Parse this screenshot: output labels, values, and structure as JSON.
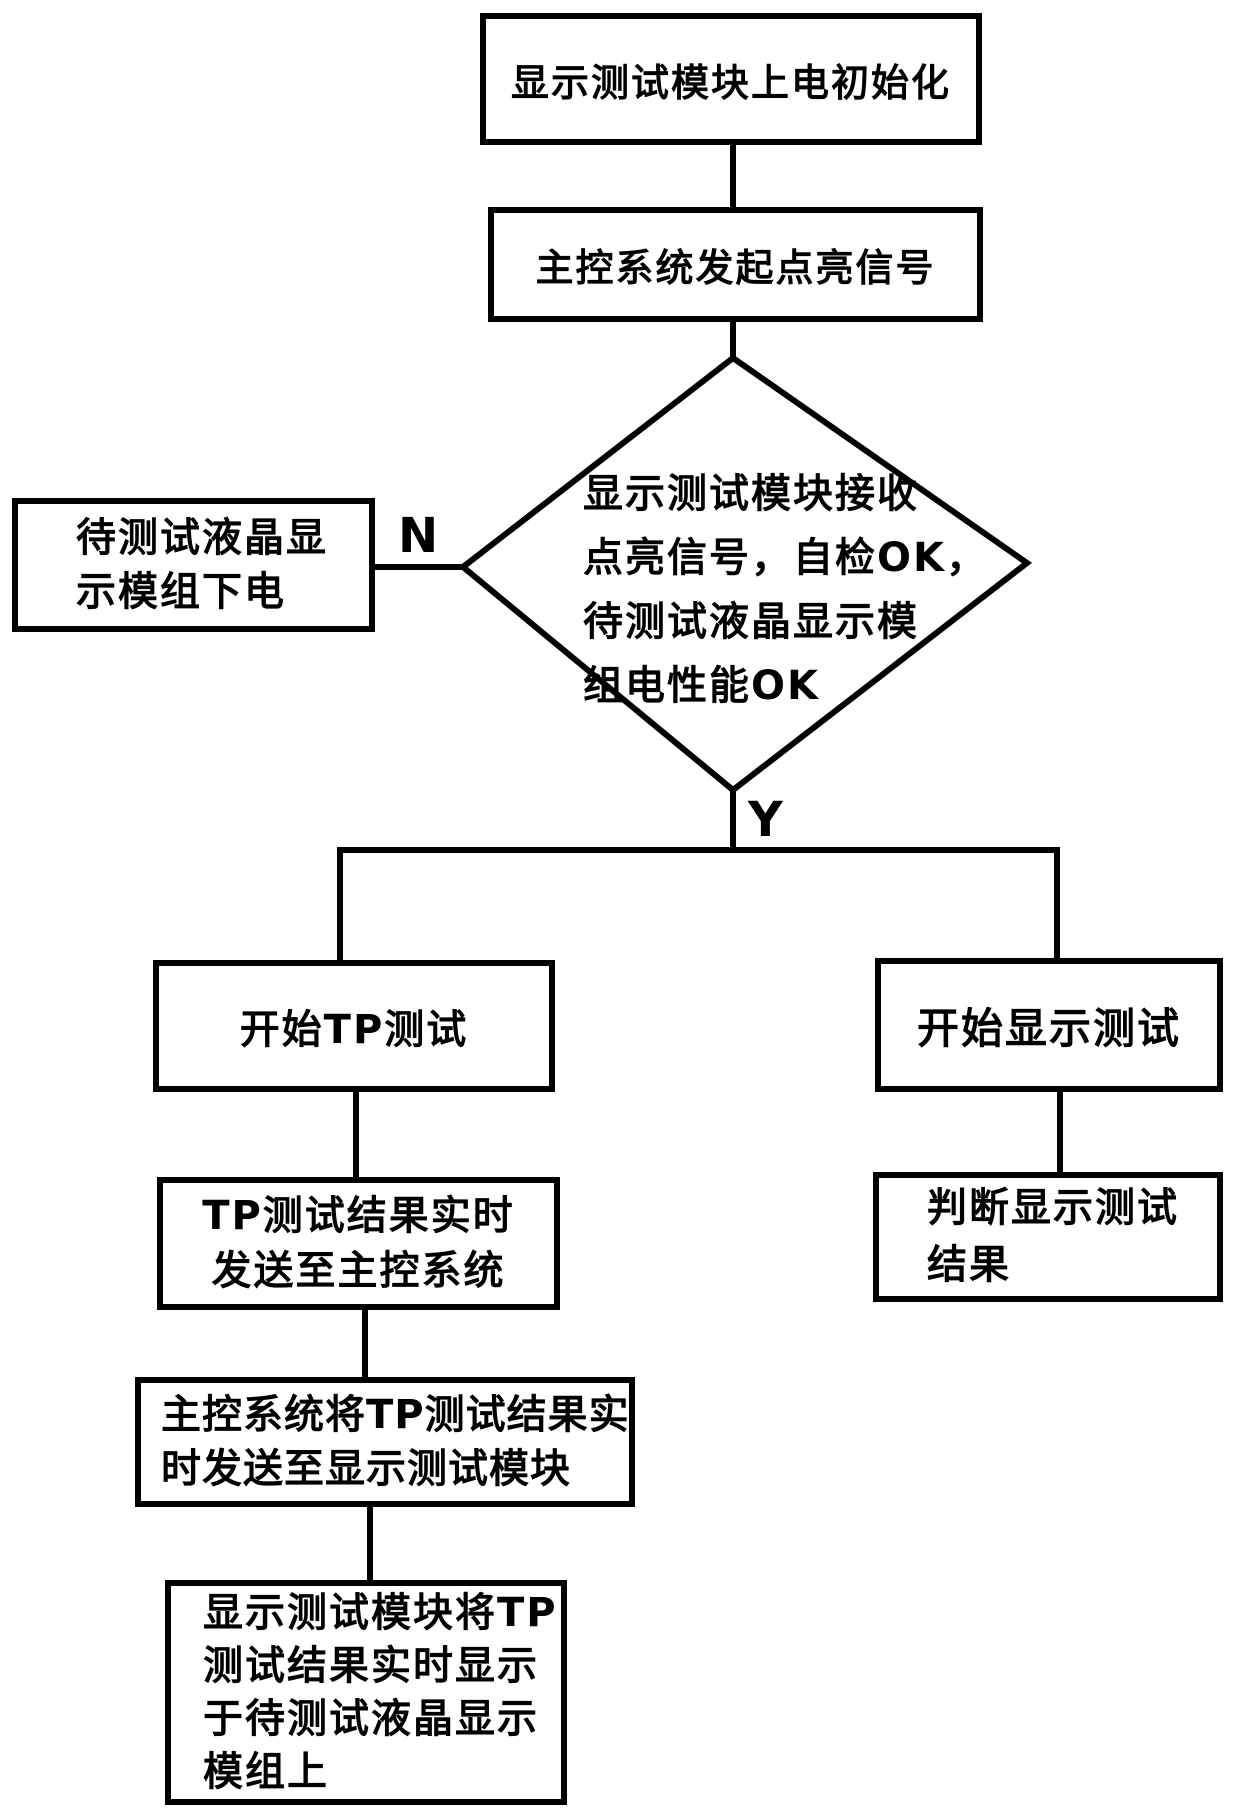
{
  "flowchart": {
    "colors": {
      "background": "#ffffff",
      "line": "#000000",
      "text": "#000000"
    },
    "branch_labels": {
      "no": "N",
      "yes": "Y"
    },
    "nodes": {
      "init": {
        "text": "显示测试模块上电初始化"
      },
      "light_signal": {
        "text": "主控系统发起点亮信号"
      },
      "decision": {
        "lines": [
          "显示测试模块接收",
          "点亮信号，自检OK，",
          "待测试液晶显示模",
          "组电性能OK"
        ]
      },
      "power_down": {
        "lines": [
          "待测试液晶显",
          "示模组下电"
        ]
      },
      "start_tp_test": {
        "text": "开始TP测试"
      },
      "start_display_test": {
        "text": "开始显示测试"
      },
      "tp_result_send": {
        "lines": [
          "TP测试结果实时",
          "发送至主控系统"
        ]
      },
      "judge_display_result": {
        "lines": [
          "判断显示测试",
          "结果"
        ]
      },
      "main_forward_result": {
        "lines": [
          "主控系统将TP测试结果实",
          "时发送至显示测试模块"
        ]
      },
      "display_tp_result": {
        "lines": [
          "显示测试模块将TP",
          "测试结果实时显示",
          "于待测试液晶显示",
          "模组上"
        ]
      }
    }
  }
}
